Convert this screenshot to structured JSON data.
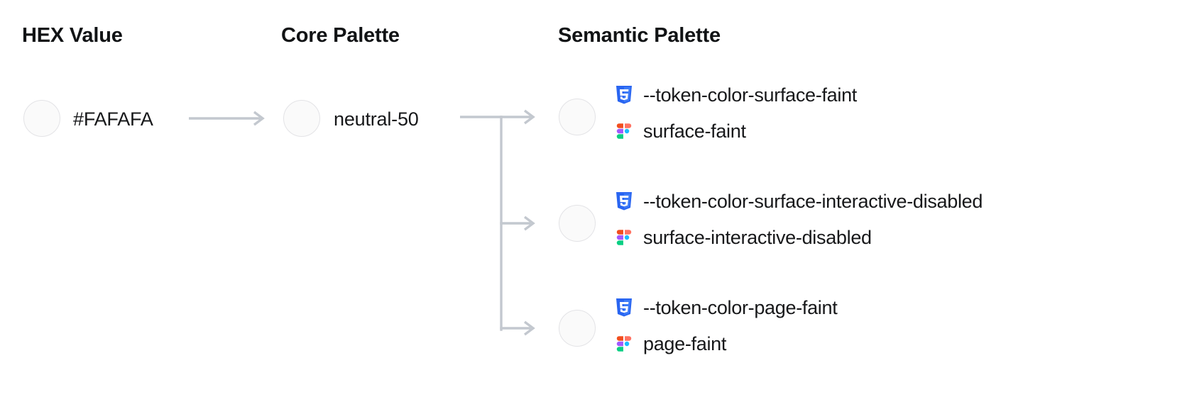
{
  "columns": {
    "hex": "HEX Value",
    "core": "Core Palette",
    "semantic": "Semantic Palette"
  },
  "hex_value": {
    "label": "#FAFAFA",
    "swatch_color": "#FAFAFA"
  },
  "core_value": {
    "label": "neutral-50",
    "swatch_color": "#FAFAFA"
  },
  "semantic_tokens": [
    {
      "css_token": "--token-color-surface-faint",
      "figma_name": "surface-faint",
      "swatch_color": "#FAFAFA"
    },
    {
      "css_token": "--token-color-surface-interactive-disabled",
      "figma_name": "surface-interactive-disabled",
      "swatch_color": "#FAFAFA"
    },
    {
      "css_token": "--token-color-page-faint",
      "figma_name": "page-faint",
      "swatch_color": "#FAFAFA"
    }
  ],
  "icons": {
    "css": "css3-icon",
    "figma": "figma-icon",
    "arrow": "arrow-right-icon"
  },
  "colors": {
    "connector": "#C3C8CF",
    "swatch_border": "#E3E3E6",
    "text": "#17181A",
    "css_blue": "#2965F1",
    "css_blue_light": "#3D7BF7",
    "figma_orange": "#F24E1E",
    "figma_salmon": "#FF7262",
    "figma_purple": "#A259FF",
    "figma_cyan": "#1ABCFE",
    "figma_green": "#0ACF83"
  }
}
